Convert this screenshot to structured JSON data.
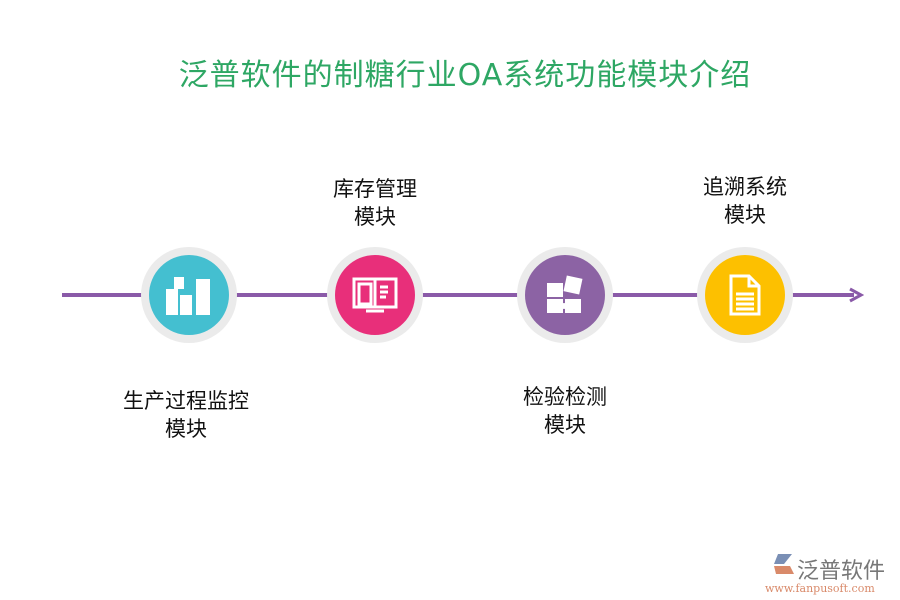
{
  "title": "泛普软件的制糖行业OA系统功能模块介绍",
  "colors": {
    "title": "#2ea764",
    "timeline": "#8a5aa8"
  },
  "modules": [
    {
      "label_line1": "生产过程监控",
      "label_line2": "模块",
      "icon": "buildings-icon",
      "color": "#44bfd0"
    },
    {
      "label_line1": "库存管理",
      "label_line2": "模块",
      "icon": "book-icon",
      "color": "#e82f7a"
    },
    {
      "label_line1": "检验检测",
      "label_line2": "模块",
      "icon": "puzzle-icon",
      "color": "#8c63a4"
    },
    {
      "label_line1": "追溯系统",
      "label_line2": "模块",
      "icon": "document-icon",
      "color": "#fdc000"
    }
  ],
  "logo": {
    "name": "泛普软件",
    "url": "www.fanpusoft.com"
  }
}
